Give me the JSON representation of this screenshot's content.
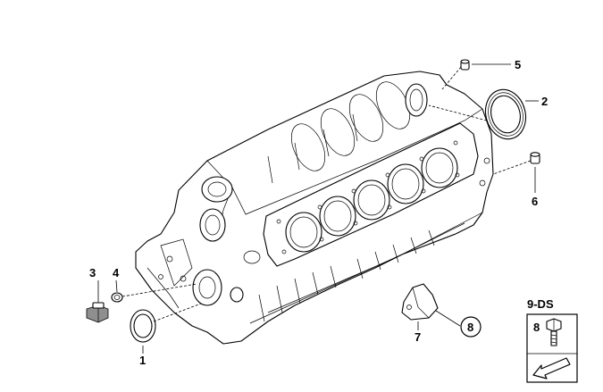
{
  "callouts": {
    "c1": "1",
    "c2": "2",
    "c3": "3",
    "c4": "4",
    "c5": "5",
    "c6": "6",
    "c7": "7",
    "c8": "8"
  },
  "sub_panel": {
    "title": "9-DS",
    "item_label": "8"
  },
  "icons": {
    "arrow": "arrow-icon"
  }
}
